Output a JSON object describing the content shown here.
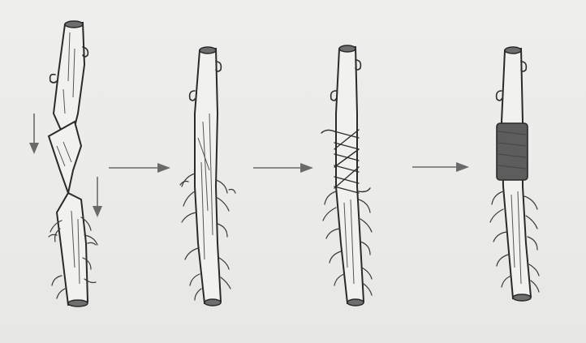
{
  "figure": {
    "stages": [
      {
        "id": 1,
        "name": "stem-split-cut"
      },
      {
        "id": 2,
        "name": "stem-rejoined"
      },
      {
        "id": 3,
        "name": "stem-tied-with-string"
      },
      {
        "id": 4,
        "name": "stem-wrapped"
      }
    ],
    "transition_arrows": 3,
    "direction_arrows": 2
  }
}
